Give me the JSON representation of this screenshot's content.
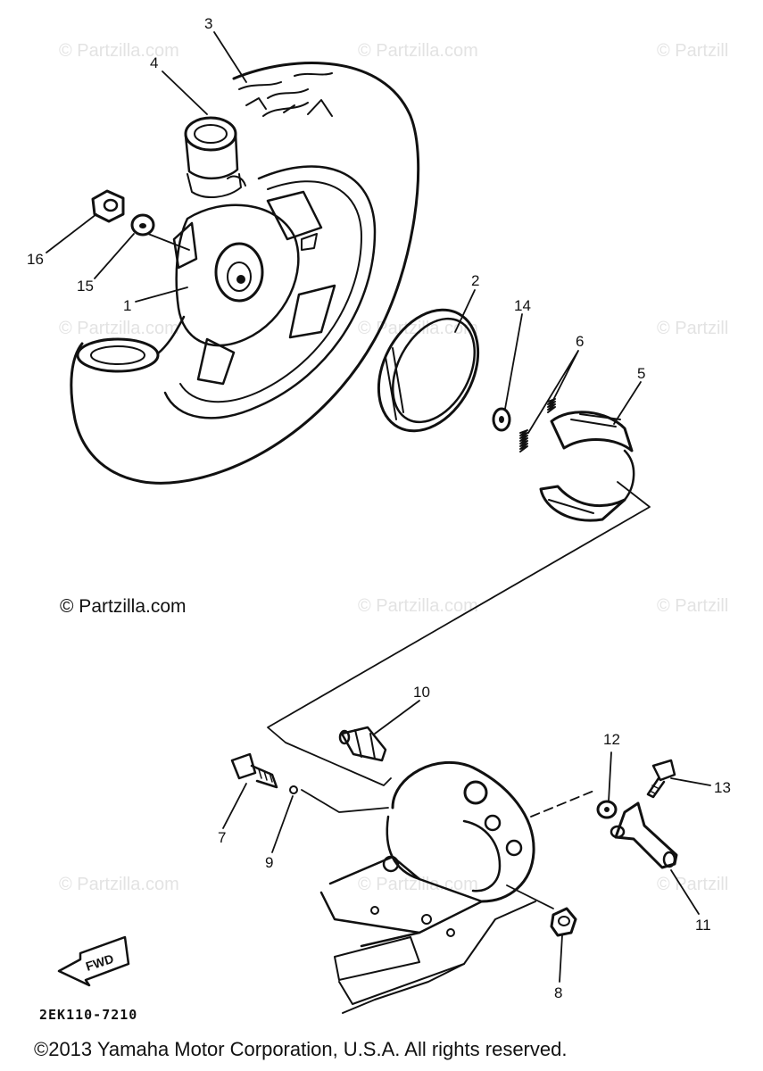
{
  "watermark": {
    "text": "© Partzilla.com",
    "text_clipped": "© Partzill"
  },
  "diagram": {
    "part_number": "2EK110-7210",
    "fwd_label": "FWD",
    "copyright": "©2013 Yamaha Motor Corporation, U.S.A. All rights reserved.",
    "callouts": {
      "c1": "1",
      "c2": "2",
      "c3": "3",
      "c4": "4",
      "c5": "5",
      "c6": "6",
      "c7": "7",
      "c8": "8",
      "c9": "9",
      "c10": "10",
      "c11": "11",
      "c12": "12",
      "c13": "13",
      "c14": "14",
      "c15": "15",
      "c16": "16"
    }
  }
}
